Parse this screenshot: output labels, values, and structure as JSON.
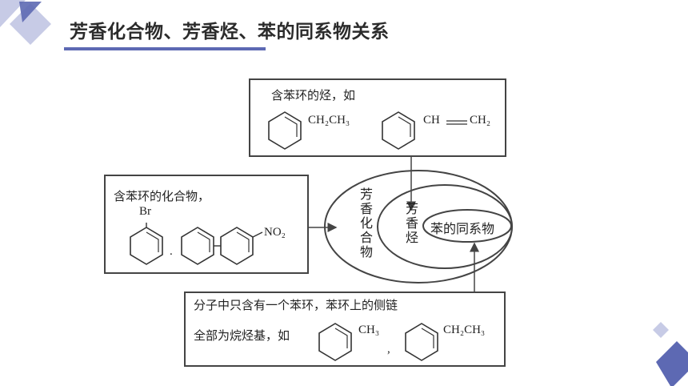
{
  "title": "芳香化合物、芳香烃、苯的同系物关系",
  "colors": {
    "accent": "#5d69b3",
    "deco_light": "#c7cbe6",
    "line": "#444444"
  },
  "top_box": {
    "caption": "含苯环的烃，如",
    "ethylbenzene_sub": "CH₂CH₃",
    "styrene_sub1": "CH",
    "styrene_sub2": "CH₂"
  },
  "left_box": {
    "caption": "含苯环的化合物，",
    "bromo": "Br",
    "separator": ".",
    "nitro": "NO₂"
  },
  "bottom_box": {
    "line1": "分子中只含有一个苯环，苯环上的侧链",
    "line2": "全部为烷烃基，如",
    "toluene_sub": "CH₃",
    "separator": ",",
    "ethylbenzene_sub": "CH₂CH₃"
  },
  "ellipses": {
    "outer": "芳香化合物",
    "middle": "芳香烃",
    "inner": "苯的同系物"
  }
}
